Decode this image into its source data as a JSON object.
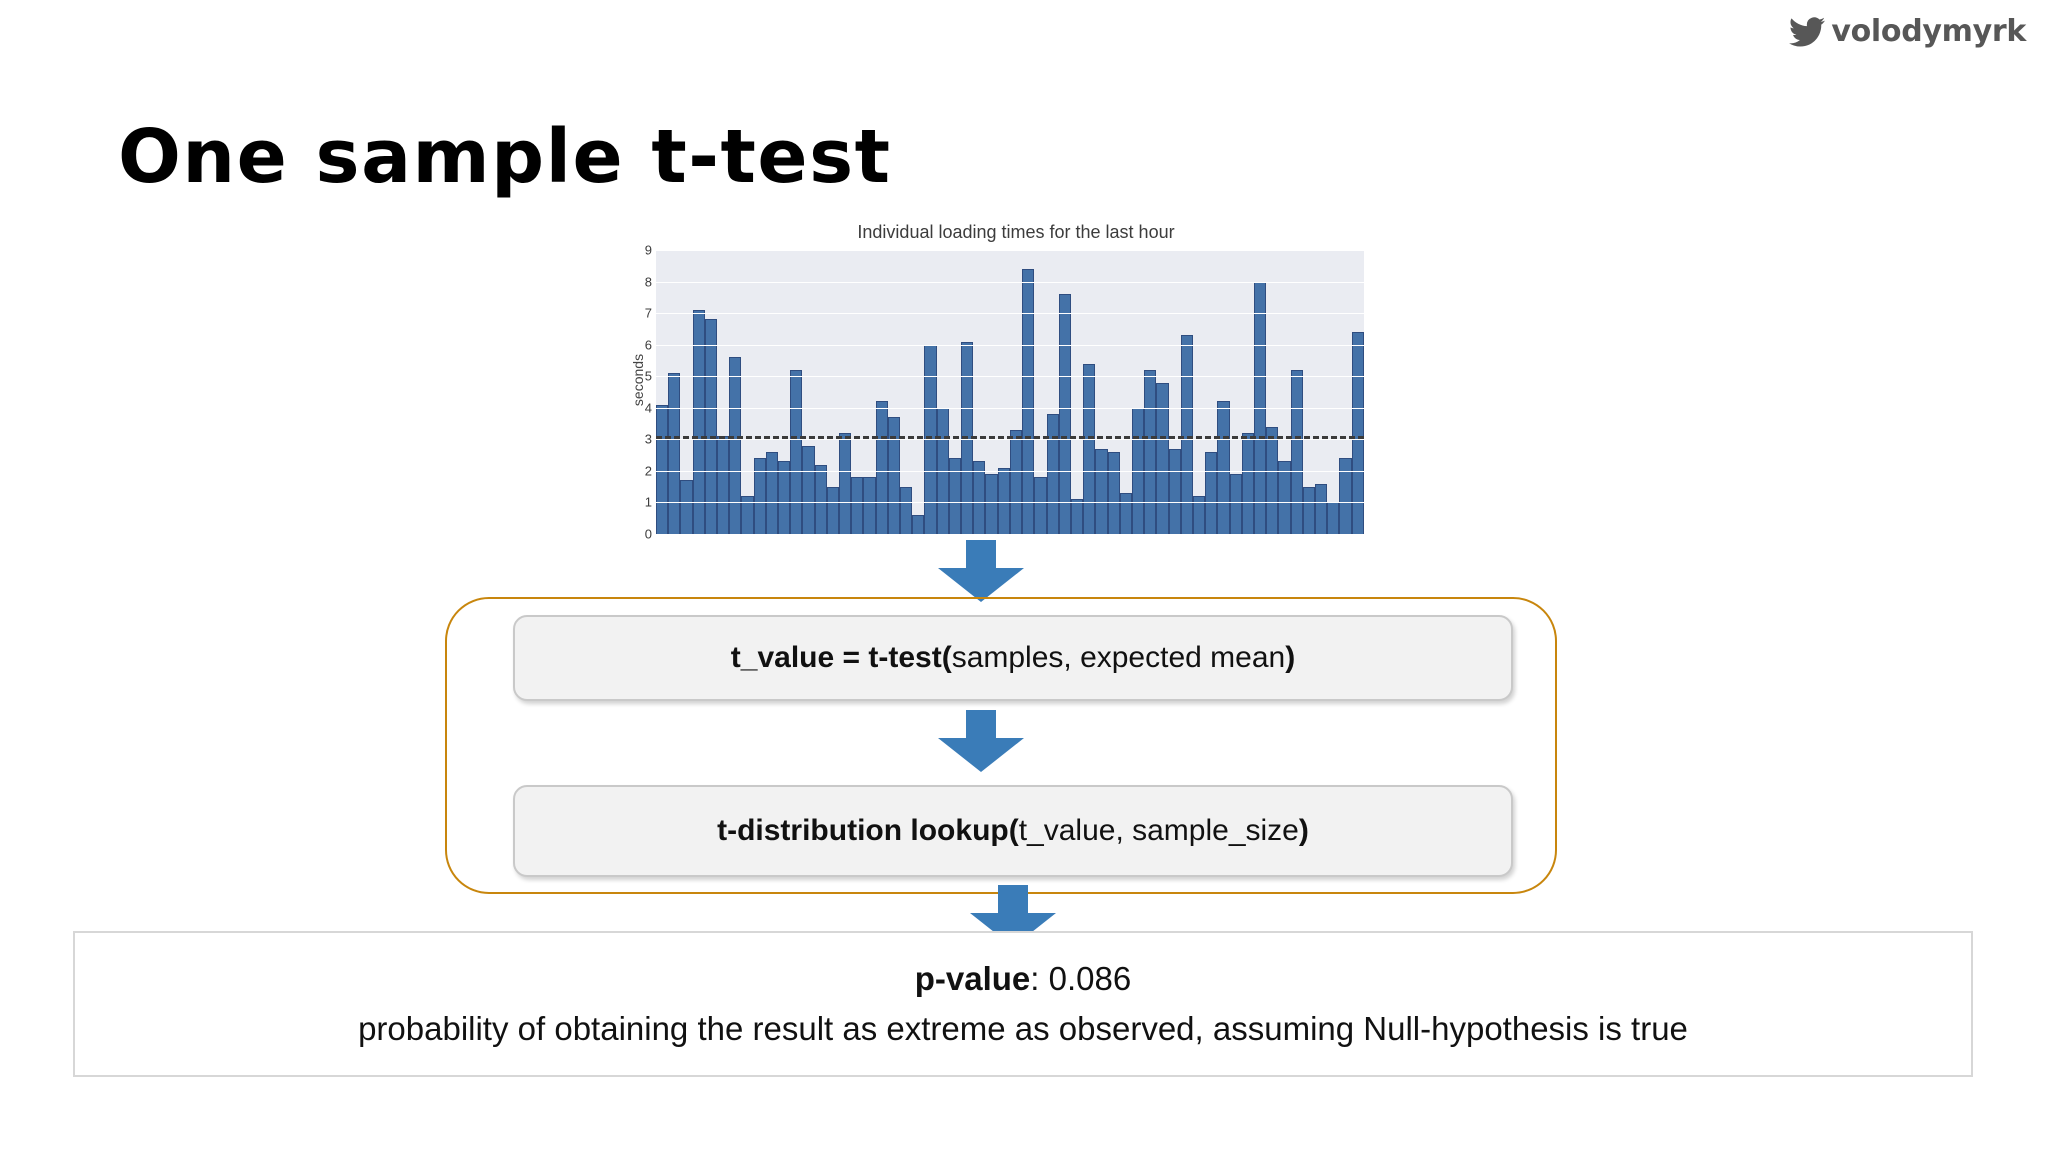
{
  "brand": {
    "icon": "twitter-bird-icon",
    "handle": "volodymyrk",
    "color": "#575757"
  },
  "slide": {
    "title": "One sample t-test"
  },
  "chart_data": {
    "type": "bar",
    "title": "Individual loading times for the last hour",
    "xlabel": "",
    "ylabel": "seconds",
    "ylim": [
      0,
      9
    ],
    "yticks": [
      0,
      1,
      2,
      3,
      4,
      5,
      6,
      7,
      8,
      9
    ],
    "grid": true,
    "legend": "none",
    "bar_color": "#4472a8",
    "bar_edge_color": "#2f4d80",
    "plot_background": "#eaecf2",
    "annotations": [
      {
        "name": "expected-mean-line",
        "type": "hline",
        "value": 3,
        "style": "dashed",
        "color": "#3b3b3b"
      }
    ],
    "values": [
      4.1,
      5.1,
      1.7,
      7.1,
      6.8,
      3.1,
      5.6,
      1.2,
      2.4,
      2.6,
      2.3,
      5.2,
      2.8,
      2.2,
      1.5,
      3.2,
      1.8,
      1.8,
      4.2,
      3.7,
      1.5,
      0.6,
      6.0,
      4.0,
      2.4,
      6.1,
      2.3,
      1.9,
      2.1,
      3.3,
      8.4,
      1.8,
      3.8,
      7.6,
      1.1,
      5.4,
      2.7,
      2.6,
      1.3,
      4.0,
      5.2,
      4.8,
      2.7,
      6.3,
      1.2,
      2.6,
      4.2,
      1.9,
      3.2,
      8.0,
      3.4,
      2.3,
      5.2,
      1.5,
      1.6,
      1.0,
      2.4,
      6.4
    ]
  },
  "flow": {
    "arrow_color": "#3a7cb8",
    "frame_color": "#c8860d",
    "steps": [
      {
        "name": "t-test-step",
        "bold_prefix": "t_value = t-test(",
        "normal_text": "samples, expected mean",
        "bold_suffix": ")"
      },
      {
        "name": "lookup-step",
        "bold_prefix": "t-distribution lookup(",
        "normal_text": "t_value, sample_size",
        "bold_suffix": ")"
      }
    ],
    "arrows": [
      {
        "name": "arrow-chart-to-ttest"
      },
      {
        "name": "arrow-ttest-to-lookup"
      },
      {
        "name": "arrow-lookup-to-result"
      }
    ]
  },
  "result": {
    "pvalue_label": "p-value",
    "pvalue_separator": ": ",
    "pvalue": "0.086",
    "description": "probability of obtaining the result as extreme as observed, assuming Null-hypothesis is true"
  }
}
